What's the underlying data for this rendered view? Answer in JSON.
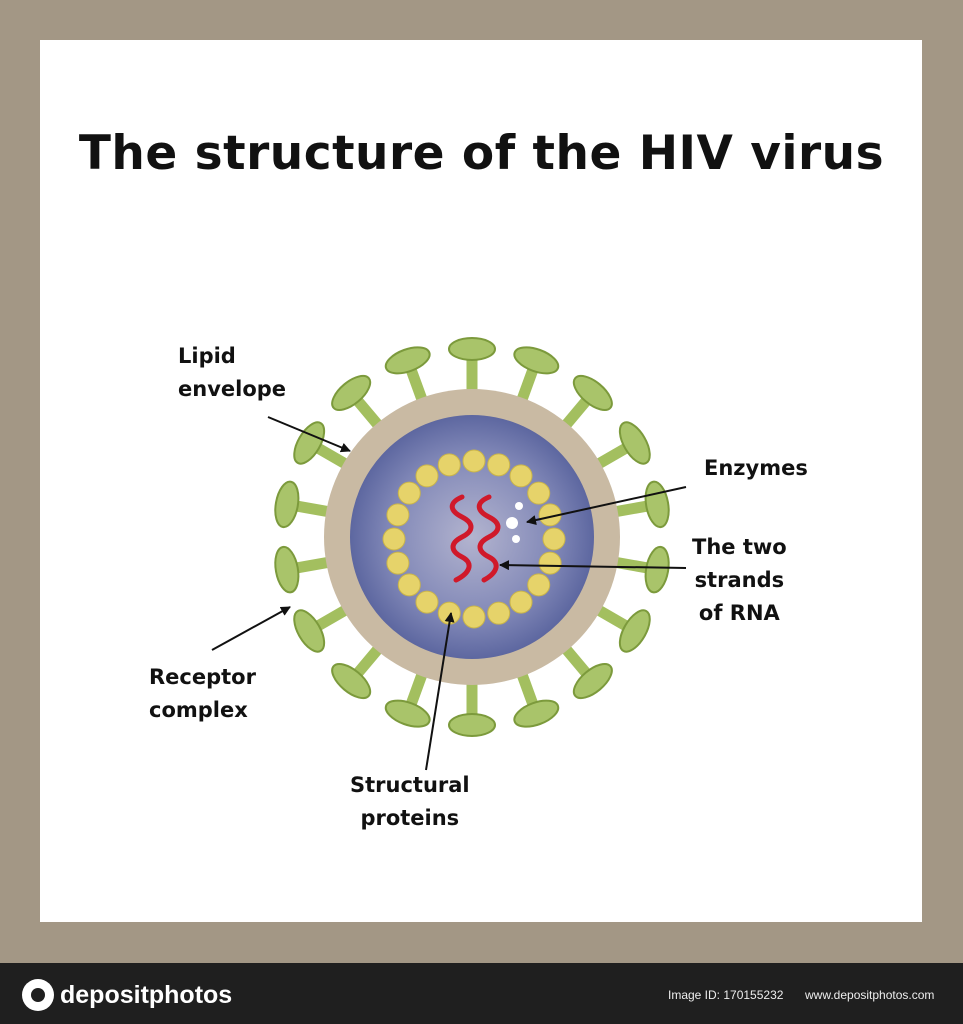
{
  "title": "The structure of the HIV virus",
  "labels": {
    "lipid_envelope": [
      "Lipid",
      "envelope"
    ],
    "enzymes": [
      "Enzymes"
    ],
    "rna": [
      "The two",
      "strands",
      "of RNA"
    ],
    "receptor": [
      "Receptor",
      "complex"
    ],
    "structural": [
      "Structural",
      "proteins"
    ]
  },
  "watermark": "depositphotos",
  "footer": {
    "logo": "depositphotos",
    "image_id": "Image ID: 170155232",
    "url": "www.depositphotos.com"
  },
  "colors": {
    "frame": "#a39785",
    "envelope": "#c8b8a0",
    "core": "#6d76a8",
    "proteins": "#e6d36a",
    "rna": "#d0192a",
    "receptor": "#a9c46a",
    "footer_bg": "#1f1f1f"
  }
}
